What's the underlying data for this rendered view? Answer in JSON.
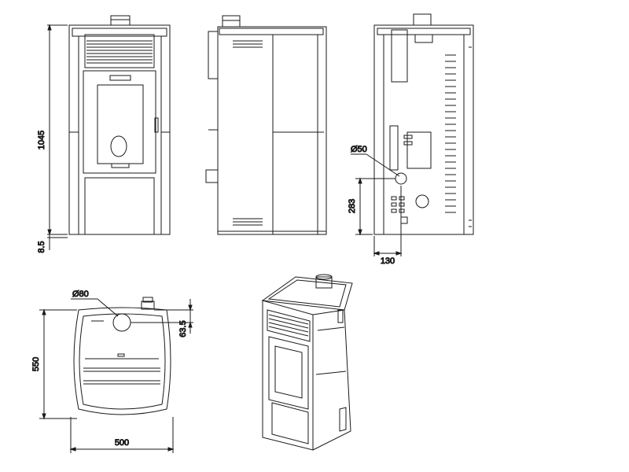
{
  "dimensions": {
    "height_total": "1045",
    "foot_height": "8.5",
    "outlet_diameter": "Ø50",
    "outlet_height": "283",
    "outlet_offset": "130",
    "flue_diameter": "Ø80",
    "flue_offset": "63.5",
    "depth": "550",
    "width": "500"
  },
  "colors": {
    "line": "#1a1a1a",
    "fill": "#ffffff"
  }
}
